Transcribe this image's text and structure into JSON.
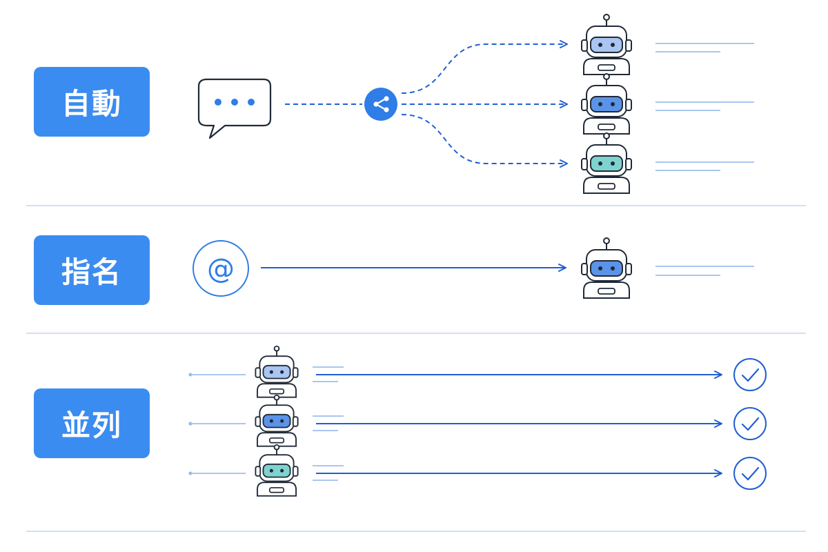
{
  "sections": [
    {
      "id": "auto",
      "label": "自動",
      "icon": "chat-bubble-icon",
      "router_icon": "share-icon",
      "agents": 3
    },
    {
      "id": "named",
      "label": "指名",
      "icon": "at-sign-icon",
      "agents": 1
    },
    {
      "id": "parallel",
      "label": "並列",
      "agents": 3,
      "result_icon": "check-circle-icon"
    }
  ],
  "at_symbol": "@",
  "colors": {
    "label_bg": "#3b8cf0",
    "line": "#1f5fd0",
    "stroke": "#1f2937",
    "light_line": "#a9c6ef",
    "divider": "#c5d6ee",
    "visor_light": "#a9c5f0",
    "visor_mid": "#5b93e8",
    "visor_teal": "#7fd3cf"
  }
}
